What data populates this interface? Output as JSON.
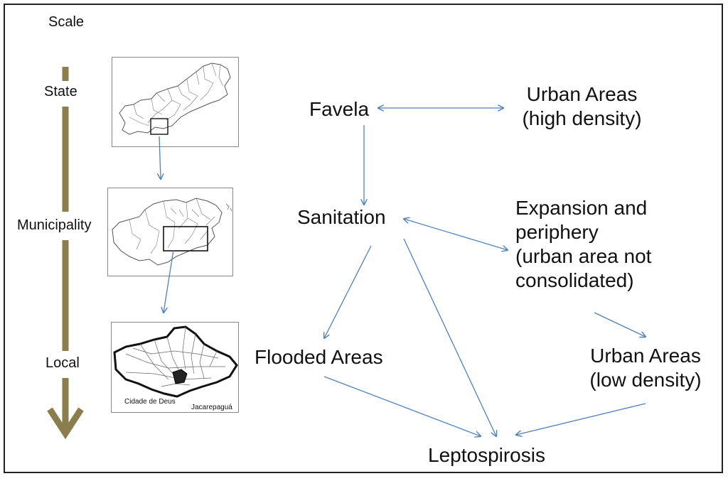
{
  "scale": {
    "title": "Scale",
    "levels": {
      "state": "State",
      "municipality": "Municipality",
      "local": "Local"
    },
    "axis_color": "#8a7d4e"
  },
  "maps": {
    "local_captions": {
      "left": "Cidade de Deus",
      "right": "Jacarepaguá"
    }
  },
  "nodes": {
    "favela": "Favela",
    "urban_high_line1": "Urban Areas",
    "urban_high_line2": "(high density)",
    "sanitation": "Sanitation",
    "expansion_line1": "Expansion and",
    "expansion_line2": "periphery",
    "expansion_line3": "(urban area not",
    "expansion_line4": "consolidated)",
    "flooded": "Flooded Areas",
    "urban_low_line1": "Urban Areas",
    "urban_low_line2": "(low density)",
    "leptospirosis": "Leptospirosis"
  },
  "arrow_color": "#4f81bd"
}
